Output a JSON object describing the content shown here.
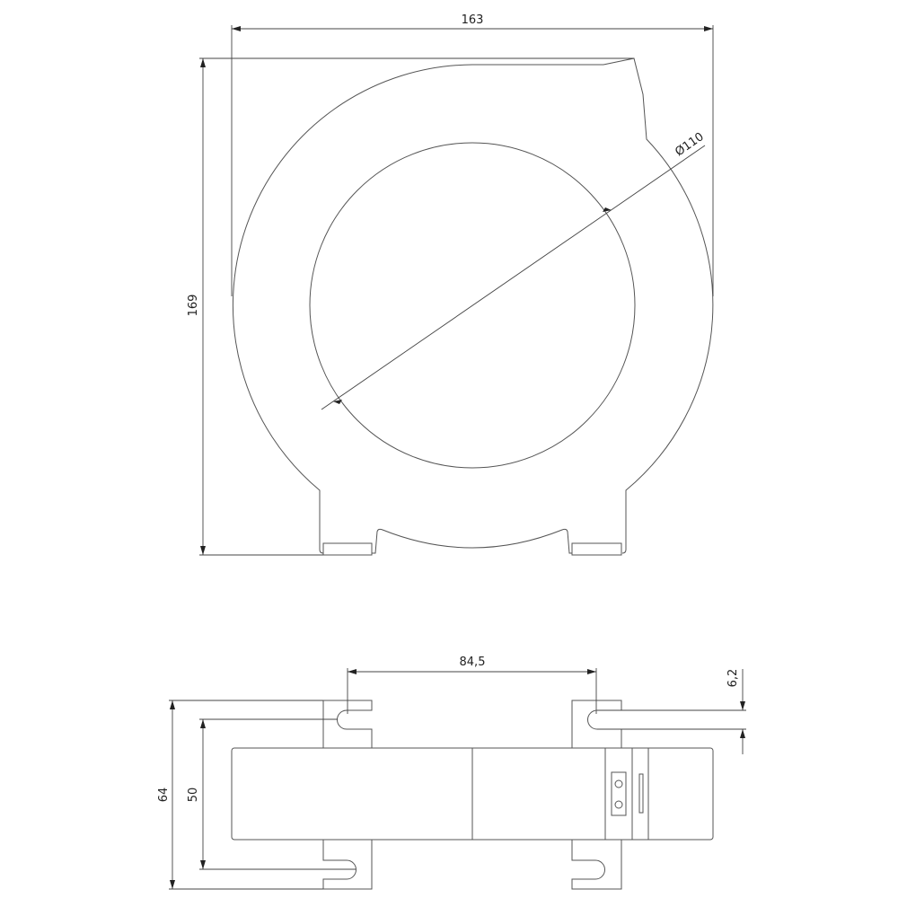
{
  "top_view": {
    "dim_width": "163",
    "dim_height": "169",
    "dim_inner_diameter": "Ø110"
  },
  "side_view": {
    "dim_mount_spacing": "84,5",
    "dim_total_height": "64",
    "dim_slot_spacing": "50",
    "dim_slot_width": "6,2"
  },
  "colors": {
    "line": "#555555",
    "background": "#ffffff"
  }
}
